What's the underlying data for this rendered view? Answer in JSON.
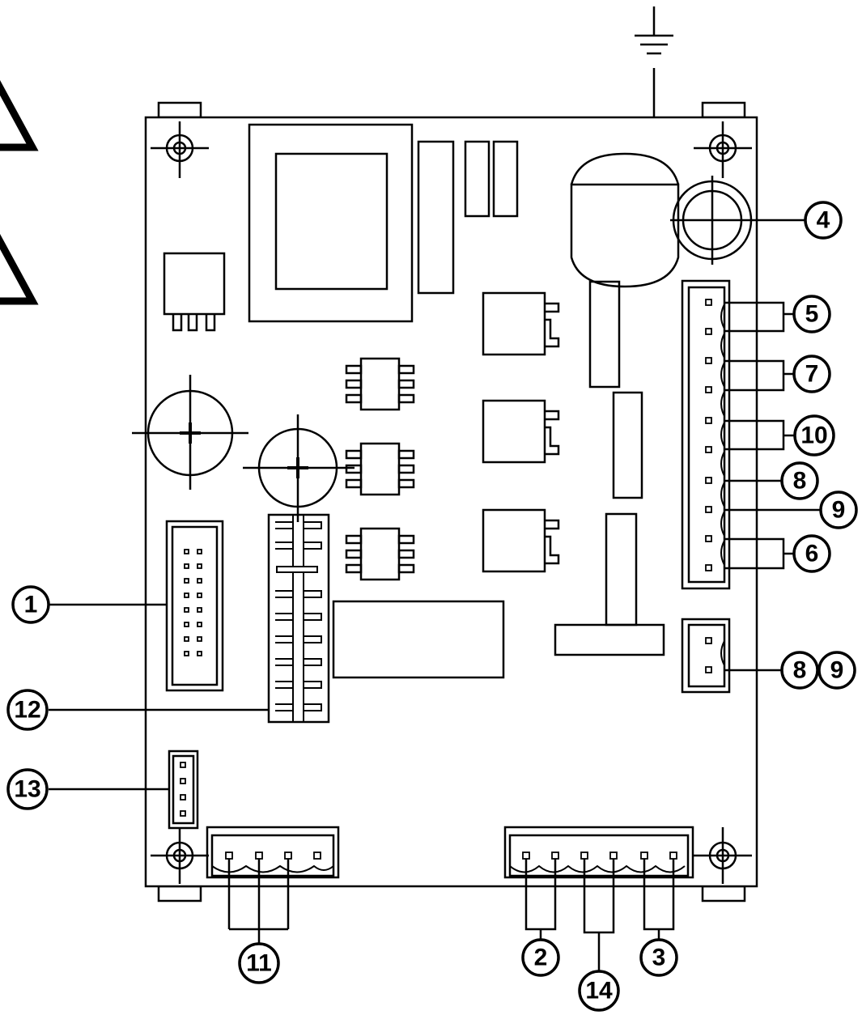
{
  "callouts": [
    {
      "id": "c1",
      "label": "1"
    },
    {
      "id": "c2",
      "label": "2"
    },
    {
      "id": "c3",
      "label": "3"
    },
    {
      "id": "c4",
      "label": "4"
    },
    {
      "id": "c5",
      "label": "5"
    },
    {
      "id": "c6",
      "label": "6"
    },
    {
      "id": "c7",
      "label": "7"
    },
    {
      "id": "c8a",
      "label": "8"
    },
    {
      "id": "c8b",
      "label": "8"
    },
    {
      "id": "c9a",
      "label": "9"
    },
    {
      "id": "c9b",
      "label": "9"
    },
    {
      "id": "c10",
      "label": "10"
    },
    {
      "id": "c11",
      "label": "11"
    },
    {
      "id": "c12",
      "label": "12"
    },
    {
      "id": "c13",
      "label": "13"
    },
    {
      "id": "c14",
      "label": "14"
    }
  ],
  "colors": {
    "line": "#000000",
    "background": "#ffffff"
  }
}
